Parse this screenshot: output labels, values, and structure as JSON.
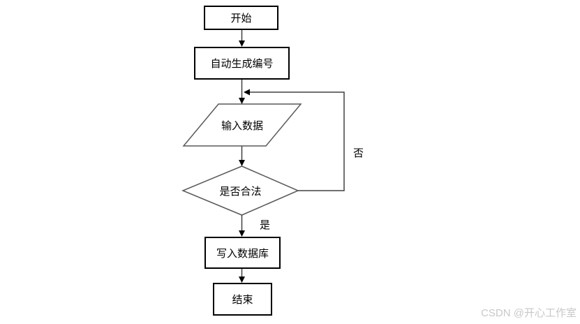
{
  "diagram": {
    "nodes": [
      {
        "id": "start",
        "label": "开始",
        "shape": "rectangle"
      },
      {
        "id": "auto-number",
        "label": "自动生成编号",
        "shape": "rectangle"
      },
      {
        "id": "input-data",
        "label": "输入数据",
        "shape": "parallelogram"
      },
      {
        "id": "validity-check",
        "label": "是否合法",
        "shape": "diamond"
      },
      {
        "id": "write-db",
        "label": "写入数据库",
        "shape": "rectangle"
      },
      {
        "id": "end",
        "label": "结束",
        "shape": "rectangle"
      }
    ],
    "edge_labels": {
      "yes": "是",
      "no": "否"
    },
    "colors": {
      "rect_border": "#000000",
      "shape_stroke": "#595959",
      "connector": "#404040",
      "arrowhead": "#000000",
      "background": "#ffffff"
    }
  },
  "watermark": {
    "text": "CSDN @开心工作室",
    "color": "#c8c8c8"
  }
}
